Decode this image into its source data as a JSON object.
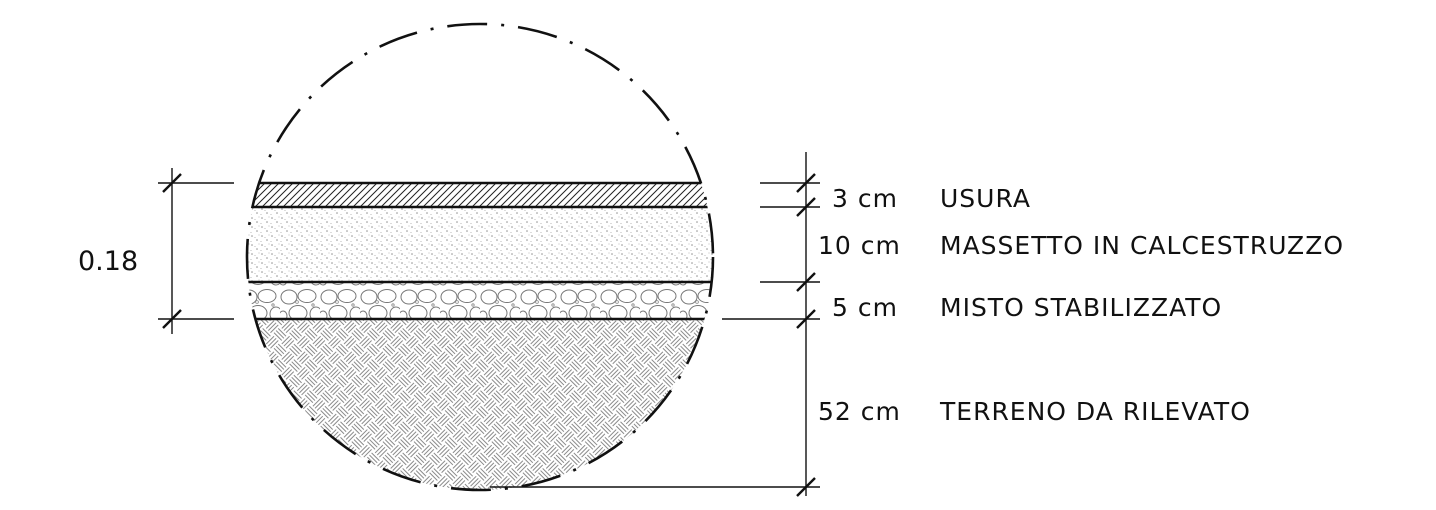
{
  "detail": {
    "overall_dimension": "0.18",
    "layers": [
      {
        "thickness": "3 cm",
        "name": "USURA",
        "pattern": "diagonal-hatch-pattern"
      },
      {
        "thickness": "10 cm",
        "name": "MASSETTO IN CALCESTRUZZO",
        "pattern": "concrete-stipple-pattern"
      },
      {
        "thickness": "5 cm",
        "name": "MISTO STABILIZZATO",
        "pattern": "gravel-pattern"
      },
      {
        "thickness": "52 cm",
        "name": "TERRENO DA RILEVATO",
        "pattern": "woven-earth-pattern"
      }
    ]
  },
  "colors": {
    "ink": "#111111",
    "background": "#ffffff",
    "hatch_gray": "#8a8a8a"
  }
}
